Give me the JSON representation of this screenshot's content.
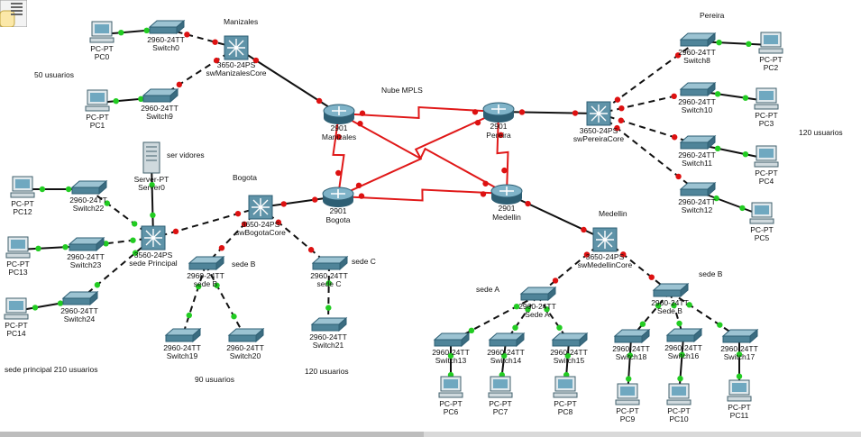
{
  "notes": {
    "manizales_users": "50 usuarios",
    "pereira_users": "120 usuarios",
    "sede_principal_users": "sede principal 210 usuarios",
    "bogota_b_users": "90 usuarios",
    "bogota_c_users": "120 usuarios",
    "nube": "Nube MPLS",
    "servidores": "ser vidores",
    "sede_a": "sede A",
    "sede_b_med": "sede B",
    "sede_b_bog": "sede B",
    "sede_c_bog": "sede C"
  },
  "areas": {
    "manizales": "Manizales",
    "pereira": "Pereira",
    "bogota": "Bogota",
    "medellin": "Medellin"
  },
  "routers": [
    {
      "id": "r_manizales",
      "l1": "2901",
      "l2": "Manizales"
    },
    {
      "id": "r_pereira",
      "l1": "2901",
      "l2": "Pereira"
    },
    {
      "id": "r_bogota",
      "l1": "2901",
      "l2": "Bogota"
    },
    {
      "id": "r_medellin",
      "l1": "2901",
      "l2": "Medellin"
    }
  ],
  "multilayer": [
    {
      "id": "ml_manizales",
      "l1": "3650-24PS",
      "l2": "swManizalesCore"
    },
    {
      "id": "ml_pereira",
      "l1": "3650-24PS",
      "l2": "swPereiraCore"
    },
    {
      "id": "ml_bogota",
      "l1": "3650-24PS",
      "l2": "swBogotaCore"
    },
    {
      "id": "ml_medellin",
      "l1": "3650-24PS",
      "l2": "swMedellinCore"
    },
    {
      "id": "ml_principal",
      "l1": "3560-24PS",
      "l2": "sede Principal"
    }
  ],
  "switches": [
    {
      "id": "sw0",
      "l1": "2960-24TT",
      "l2": "Switch0"
    },
    {
      "id": "sw9",
      "l1": "2960-24TT",
      "l2": "Switch9"
    },
    {
      "id": "sw8",
      "l1": "2960-24TT",
      "l2": "Switch8"
    },
    {
      "id": "sw10",
      "l1": "2960-24TT",
      "l2": "Switch10"
    },
    {
      "id": "sw11",
      "l1": "2960-24TT",
      "l2": "Switch11"
    },
    {
      "id": "sw12",
      "l1": "2960-24TT",
      "l2": "Switch12"
    },
    {
      "id": "sw22",
      "l1": "2960-24TT",
      "l2": "Switch22"
    },
    {
      "id": "sw23",
      "l1": "2960-24TT",
      "l2": "Switch23"
    },
    {
      "id": "sw24",
      "l1": "2960-24TT",
      "l2": "Switch24"
    },
    {
      "id": "sedeB",
      "l1": "2960-24TT",
      "l2": "sede B"
    },
    {
      "id": "sedeC",
      "l1": "2960-24TT",
      "l2": "sede C"
    },
    {
      "id": "sw19",
      "l1": "2960-24TT",
      "l2": "Switch19"
    },
    {
      "id": "sw20",
      "l1": "2960-24TT",
      "l2": "Switch20"
    },
    {
      "id": "sw21",
      "l1": "2960-24TT",
      "l2": "Switch21"
    },
    {
      "id": "medA",
      "l1": "2960-24TT",
      "l2": "Sede A"
    },
    {
      "id": "medB",
      "l1": "2960-24TT",
      "l2": "Sede B"
    },
    {
      "id": "sw13",
      "l1": "2960-24TT",
      "l2": "Switch13"
    },
    {
      "id": "sw14",
      "l1": "2960-24TT",
      "l2": "Switch14"
    },
    {
      "id": "sw15",
      "l1": "2960-24TT",
      "l2": "Switch15"
    },
    {
      "id": "sw18",
      "l1": "2960-24TT",
      "l2": "Switch18"
    },
    {
      "id": "sw16",
      "l1": "2960-24TT",
      "l2": "Switch16"
    },
    {
      "id": "sw17",
      "l1": "2960-24TT",
      "l2": "Switch17"
    }
  ],
  "pcs": [
    {
      "id": "pc0",
      "l1": "PC-PT",
      "l2": "PC0"
    },
    {
      "id": "pc1",
      "l1": "PC-PT",
      "l2": "PC1"
    },
    {
      "id": "pc2",
      "l1": "PC-PT",
      "l2": "PC2"
    },
    {
      "id": "pc3",
      "l1": "PC-PT",
      "l2": "PC3"
    },
    {
      "id": "pc4",
      "l1": "PC-PT",
      "l2": "PC4"
    },
    {
      "id": "pc5",
      "l1": "PC-PT",
      "l2": "PC5"
    },
    {
      "id": "pc12",
      "l1": "PC-PT",
      "l2": "PC12"
    },
    {
      "id": "pc13",
      "l1": "PC-PT",
      "l2": "PC13"
    },
    {
      "id": "pc14",
      "l1": "PC-PT",
      "l2": "PC14"
    },
    {
      "id": "pc6",
      "l1": "PC-PT",
      "l2": "PC6"
    },
    {
      "id": "pc7",
      "l1": "PC-PT",
      "l2": "PC7"
    },
    {
      "id": "pc8",
      "l1": "PC-PT",
      "l2": "PC8"
    },
    {
      "id": "pc9",
      "l1": "PC-PT",
      "l2": "PC9"
    },
    {
      "id": "pc10",
      "l1": "PC-PT",
      "l2": "PC10"
    },
    {
      "id": "pc11",
      "l1": "PC-PT",
      "l2": "PC11"
    }
  ],
  "servers": [
    {
      "id": "server0",
      "l1": "Server-PT",
      "l2": "Server0"
    }
  ],
  "colors": {
    "serial": "#e01818",
    "copper": "#111111",
    "link_up": "#22cc22",
    "link_down": "#dd1111",
    "device": "#4a7f95"
  }
}
